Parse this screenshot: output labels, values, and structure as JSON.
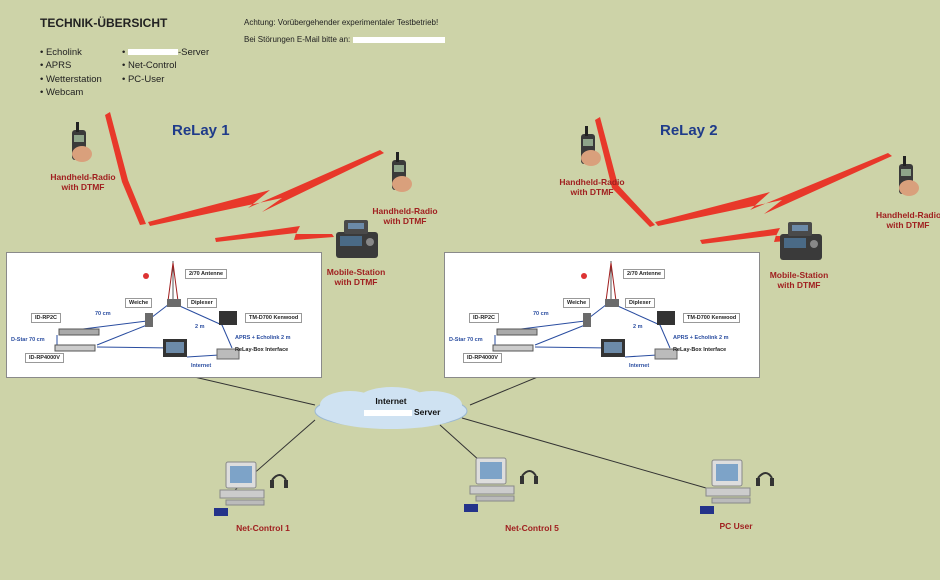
{
  "header": {
    "title": "TECHNIK-ÜBERSICHT",
    "col1": [
      "Echolink",
      "APRS",
      "Wetterstation",
      "Webcam"
    ],
    "col2_server_suffix": "-Server",
    "col2": [
      "Net-Control",
      "PC-User"
    ],
    "notice_line1": "Achtung: Vorübergehender experimentaler Testbetrieb!",
    "notice_line2": "Bei Störungen E-Mail bitte an:"
  },
  "relays": [
    {
      "title": "ReLay 1",
      "handheld_left": "Handheld-Radio\nwith DTMF",
      "handheld_right": "Handheld-Radio\nwith DTMF",
      "mobile": "Mobile-Station\nwith DTMF"
    },
    {
      "title": "ReLay 2",
      "handheld_left": "Handheld-Radio\nwith DTMF",
      "handheld_right": "Handheld-Radio\nwith DTMF",
      "mobile": "Mobile-Station\nwith DTMF"
    }
  ],
  "schematic": {
    "antenna": "2/70 Antenne",
    "weiche": "Weiche",
    "diplexer": "Diplexer",
    "id_rp2c": "ID-RP2C",
    "band_70": "70 cm",
    "band_2": "2 m",
    "kenwood": "TM-D700 Kenwood",
    "dstar": "D-Star 70 cm",
    "id_rp4000v": "ID-RP4000V",
    "aprs": "APRS + Echolink 2 m",
    "relaybox": "ReLay-Box Interface",
    "internet": "Internet"
  },
  "cloud": {
    "line1": "Internet",
    "line2": "Server"
  },
  "clients": [
    "Net-Control 1",
    "Net-Control 5",
    "PC User"
  ]
}
